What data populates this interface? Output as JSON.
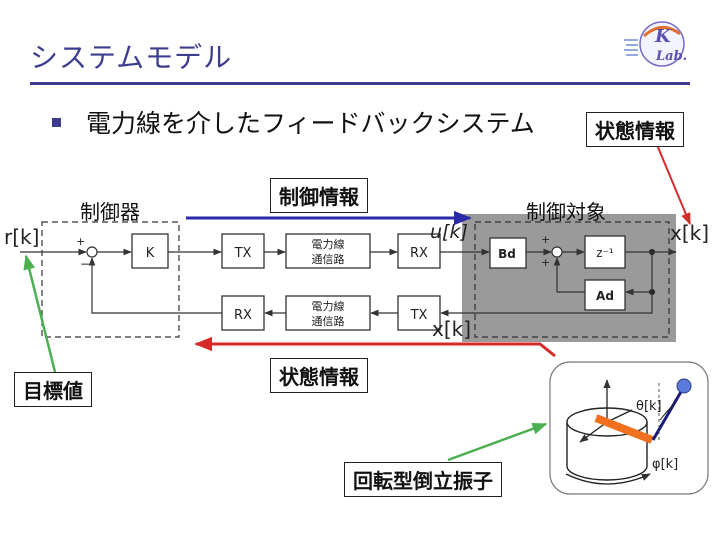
{
  "slide": {
    "title": "システムモデル",
    "headline": "電力線を介したフィードバックシステム"
  },
  "logo": {
    "letters": [
      "K",
      "Lab."
    ]
  },
  "labels": {
    "controller": "制御器",
    "plant": "制御対象",
    "control_info": "制御情報",
    "state_info_top": "状態情報",
    "state_info_bottom": "状態情報",
    "target_value": "目標値",
    "pendulum": "回転型倒立振子"
  },
  "blocks": {
    "K": "K",
    "tx_top": "TX",
    "rx_top": "RX",
    "rx_bottom": "RX",
    "tx_bottom": "TX",
    "channel_top": [
      "電力線",
      "通信路"
    ],
    "channel_bottom": [
      "電力線",
      "通信路"
    ],
    "Bd": "Bd",
    "z_inv": "z⁻¹",
    "Ad": "Ad"
  },
  "signals": {
    "reference": "r[k]",
    "input": "u[k]",
    "state_out": "x[k]",
    "state_fb": "x[k]",
    "theta": "θ[k]",
    "phi": "φ[k]"
  },
  "signs": {
    "k_plus": "+",
    "k_minus": "−",
    "p_plus1": "+",
    "p_plus2": "+"
  },
  "colors": {
    "title": "#3d3d8f",
    "control_arrow": "#2a2aa8",
    "feedback_arrow": "#d42a2a",
    "callout_arrow": "#4caf50",
    "plant_bg": "#9a9a9a",
    "bar": "#f07020"
  }
}
